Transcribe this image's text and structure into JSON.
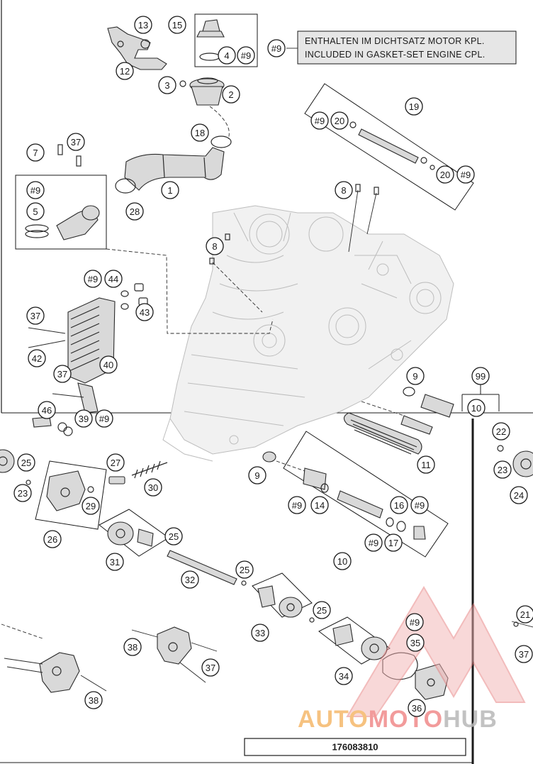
{
  "note": {
    "ref": "#9",
    "line_de": "ENTHALTEN IM DICHTSATZ MOTOR KPL.",
    "line_en": "INCLUDED IN GASKET-SET ENGINE CPL."
  },
  "drawing_number": "176083810",
  "watermark": {
    "part1": "AUTO",
    "part2": "MOTO",
    "part3": "HUB",
    "color1": "#f5b86a",
    "color2": "#f08a8a",
    "color3": "#b8b8b8"
  },
  "colors": {
    "line": "#1a1a1a",
    "ghost": "#bdbdbd",
    "accent": "#e03a3a"
  },
  "callouts": [
    {
      "id": "c13",
      "label": "13"
    },
    {
      "id": "c15",
      "label": "15"
    },
    {
      "id": "c4",
      "label": "4"
    },
    {
      "id": "c9a",
      "label": "#9"
    },
    {
      "id": "c9note",
      "label": "#9"
    },
    {
      "id": "c12",
      "label": "12"
    },
    {
      "id": "c3",
      "label": "3"
    },
    {
      "id": "c2",
      "label": "2"
    },
    {
      "id": "c18",
      "label": "18"
    },
    {
      "id": "c19",
      "label": "19"
    },
    {
      "id": "c9b",
      "label": "#9"
    },
    {
      "id": "c20a",
      "label": "20"
    },
    {
      "id": "c20b",
      "label": "20"
    },
    {
      "id": "c9c",
      "label": "#9"
    },
    {
      "id": "c37a",
      "label": "37"
    },
    {
      "id": "c7",
      "label": "7"
    },
    {
      "id": "c9d",
      "label": "#9"
    },
    {
      "id": "c5",
      "label": "5"
    },
    {
      "id": "c1",
      "label": "1"
    },
    {
      "id": "c28",
      "label": "28"
    },
    {
      "id": "c8a",
      "label": "8"
    },
    {
      "id": "c8b",
      "label": "8"
    },
    {
      "id": "c9e",
      "label": "#9"
    },
    {
      "id": "c44",
      "label": "44"
    },
    {
      "id": "c43",
      "label": "43"
    },
    {
      "id": "c37b",
      "label": "37"
    },
    {
      "id": "c42",
      "label": "42"
    },
    {
      "id": "c40",
      "label": "40"
    },
    {
      "id": "c37c",
      "label": "37"
    },
    {
      "id": "c46",
      "label": "46"
    },
    {
      "id": "c39",
      "label": "39"
    },
    {
      "id": "c9f",
      "label": "#9"
    },
    {
      "id": "c9g",
      "label": "9"
    },
    {
      "id": "c99",
      "label": "99"
    },
    {
      "id": "c10a",
      "label": "10"
    },
    {
      "id": "c11",
      "label": "11"
    },
    {
      "id": "c22",
      "label": "22"
    },
    {
      "id": "c23b",
      "label": "23"
    },
    {
      "id": "c24",
      "label": "24"
    },
    {
      "id": "c25a",
      "label": "25"
    },
    {
      "id": "c23a",
      "label": "23"
    },
    {
      "id": "c27",
      "label": "27"
    },
    {
      "id": "c30",
      "label": "30"
    },
    {
      "id": "c29",
      "label": "29"
    },
    {
      "id": "c26",
      "label": "26"
    },
    {
      "id": "c9h",
      "label": "9"
    },
    {
      "id": "c9i",
      "label": "#9"
    },
    {
      "id": "c14",
      "label": "14"
    },
    {
      "id": "c16",
      "label": "16"
    },
    {
      "id": "c9j",
      "label": "#9"
    },
    {
      "id": "c9k",
      "label": "#9"
    },
    {
      "id": "c17",
      "label": "17"
    },
    {
      "id": "c10b",
      "label": "10"
    },
    {
      "id": "c25b",
      "label": "25"
    },
    {
      "id": "c31",
      "label": "31"
    },
    {
      "id": "c32",
      "label": "32"
    },
    {
      "id": "c25c",
      "label": "25"
    },
    {
      "id": "c25d",
      "label": "25"
    },
    {
      "id": "c33",
      "label": "33"
    },
    {
      "id": "c9l",
      "label": "#9"
    },
    {
      "id": "c35",
      "label": "35"
    },
    {
      "id": "c21",
      "label": "21"
    },
    {
      "id": "c37d",
      "label": "37"
    },
    {
      "id": "c38a",
      "label": "38"
    },
    {
      "id": "c37e",
      "label": "37"
    },
    {
      "id": "c34",
      "label": "34"
    },
    {
      "id": "c38b",
      "label": "38"
    },
    {
      "id": "c36",
      "label": "36"
    }
  ]
}
